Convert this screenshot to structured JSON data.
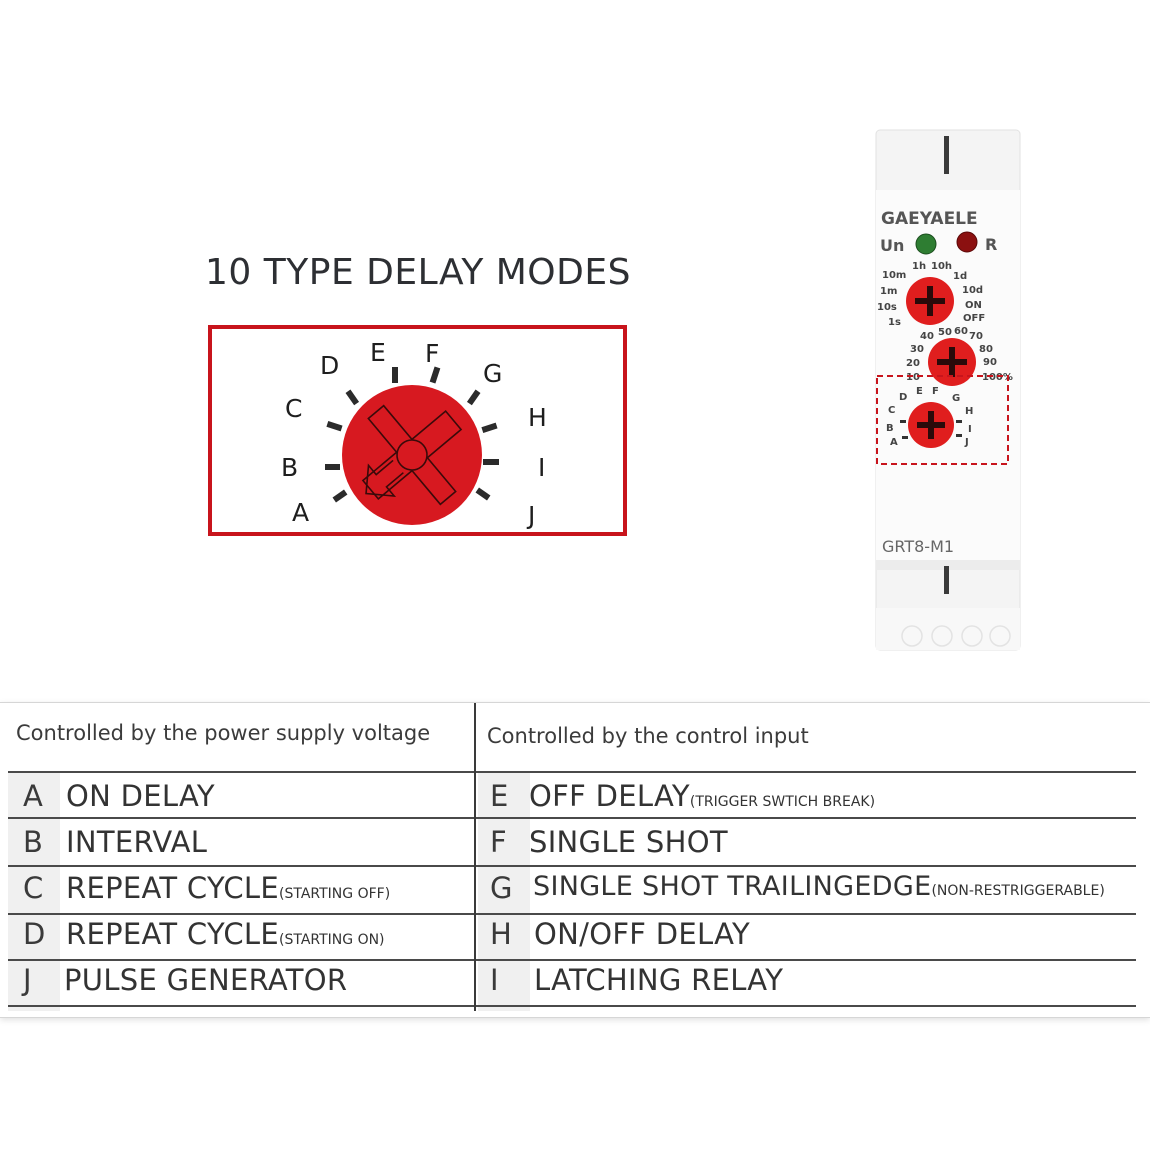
{
  "headline": "10 TYPE DELAY MODES",
  "dial": {
    "labels": [
      "A",
      "B",
      "C",
      "D",
      "E",
      "F",
      "G",
      "H",
      "I",
      "J"
    ],
    "accent_color": "#d71920",
    "border_color": "#c8141c"
  },
  "device": {
    "brand": "GAEYAELE",
    "led_left_label": "Un",
    "led_right_label": "R",
    "led_left_color": "#2e7d32",
    "led_right_color": "#8b1010",
    "model": "GRT8-M1",
    "range_knob_labels": [
      "1h",
      "10h",
      "10m",
      "1d",
      "1m",
      "10d",
      "10s",
      "ON",
      "1s",
      "OFF"
    ],
    "percent_knob_labels": [
      "40",
      "50",
      "60",
      "70",
      "30",
      "80",
      "20",
      "90",
      "10",
      "100%"
    ],
    "mode_knob_labels": [
      "E",
      "F",
      "D",
      "G",
      "C",
      "H",
      "B",
      "I",
      "A",
      "J"
    ]
  },
  "table": {
    "left_header": "Controlled by the power supply voltage",
    "right_header": "Controlled by the control input",
    "left_rows": [
      {
        "letter": "A",
        "text": "ON DELAY",
        "note": ""
      },
      {
        "letter": "B",
        "text": "INTERVAL",
        "note": ""
      },
      {
        "letter": "C",
        "text": "REPEAT CYCLE",
        "note": "(STARTING OFF)"
      },
      {
        "letter": "D",
        "text": "REPEAT CYCLE",
        "note": "(STARTING ON)"
      },
      {
        "letter": "J",
        "text": "PULSE GENERATOR",
        "note": ""
      }
    ],
    "right_rows": [
      {
        "letter": "E",
        "text": "OFF DELAY",
        "note": "(TRIGGER SWTICH BREAK)"
      },
      {
        "letter": "F",
        "text": "SINGLE SHOT",
        "note": ""
      },
      {
        "letter": "G",
        "text": "SINGLE SHOT TRAILINGEDGE",
        "note": "(NON-RESTRIGGERABLE)"
      },
      {
        "letter": "H",
        "text": "ON/OFF DELAY",
        "note": ""
      },
      {
        "letter": "I",
        "text": "LATCHING RELAY",
        "note": ""
      }
    ]
  }
}
